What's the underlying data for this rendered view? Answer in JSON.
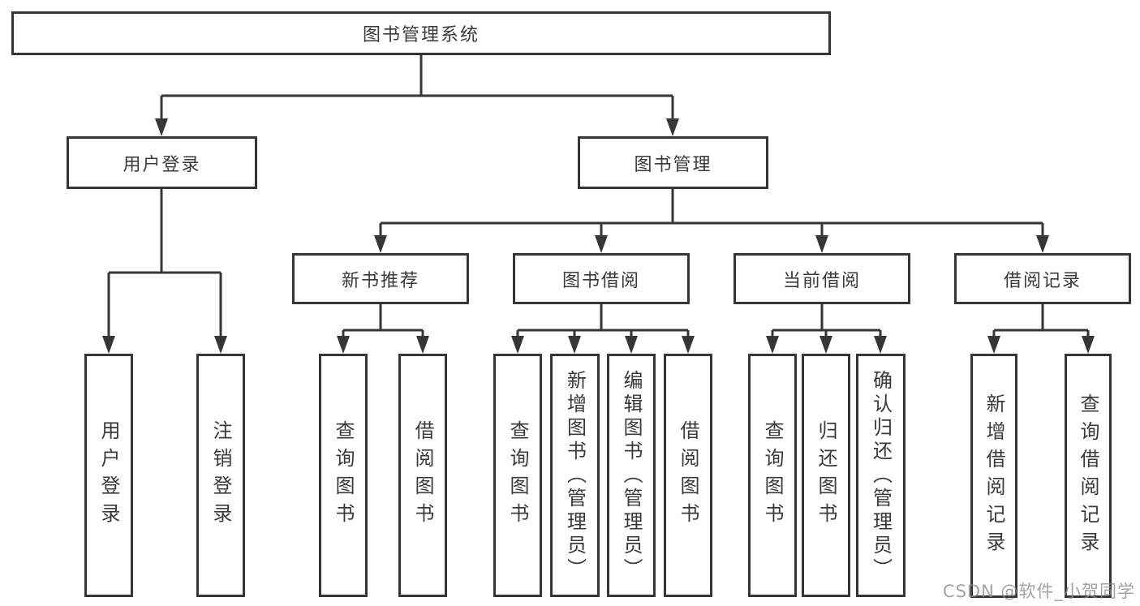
{
  "diagram": {
    "root": {
      "label": "图书管理系统"
    },
    "level2": [
      {
        "label": "用户登录"
      },
      {
        "label": "图书管理"
      }
    ],
    "level3": [
      {
        "label": "新书推荐"
      },
      {
        "label": "图书借阅"
      },
      {
        "label": "当前借阅"
      },
      {
        "label": "借阅记录"
      }
    ],
    "level4": {
      "userLogin": [
        "用户登录",
        "注销登录"
      ],
      "newBook": [
        "查询图书",
        "借阅图书"
      ],
      "bookBorrow": [
        "查询图书",
        "新增图书（管理员）",
        "编辑图书（管理员）",
        "借阅图书"
      ],
      "currentBorrow": [
        "查询图书",
        "归还图书",
        "确认归还（管理员）"
      ],
      "borrowRecord": [
        "新增借阅记录",
        "查询借阅记录"
      ]
    },
    "line_color": "#363636",
    "background_color": "#ffffff"
  },
  "watermark": {
    "text": "CSDN @软件_小贺同学"
  }
}
